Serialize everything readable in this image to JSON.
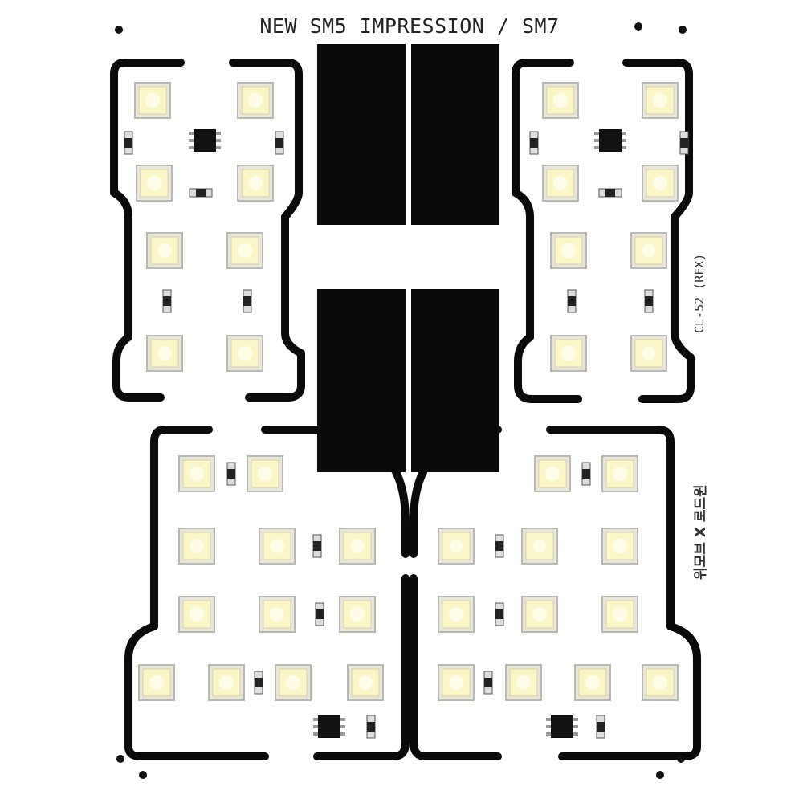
{
  "board": {
    "title": "NEW SM5 IMPRESSION / SM7",
    "model_label": "CL-52 (RFX)",
    "brand_label": "위모브 X 로드윈"
  },
  "colors": {
    "board": "#fefefe",
    "trace": "#0a0a0a",
    "led_body": "#e9e9e2",
    "led_lens": "#fbf6c8"
  }
}
